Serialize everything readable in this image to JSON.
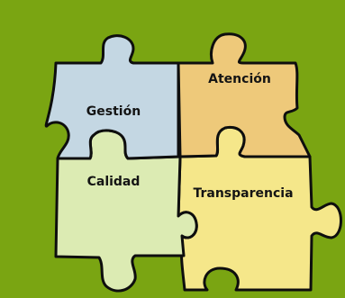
{
  "puzzle": {
    "background_color": "#7aa512",
    "pieces": [
      {
        "label": "Gestión",
        "fill": "#c4d7e3"
      },
      {
        "label": "Atención",
        "fill": "#eec97a"
      },
      {
        "label": "Calidad",
        "fill": "#dcebb3"
      },
      {
        "label": "Transparencia",
        "fill": "#f5e78a"
      }
    ]
  }
}
